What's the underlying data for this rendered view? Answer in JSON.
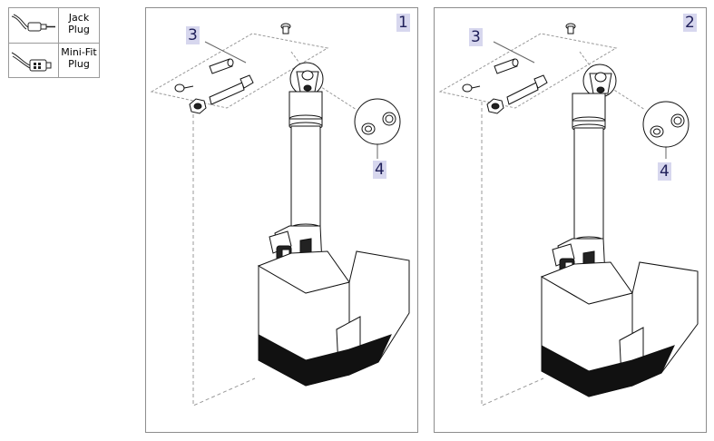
{
  "legend": [
    {
      "label": "Jack\nPlug",
      "icon": "jack-plug-icon"
    },
    {
      "label": "Mini-Fit\nPlug",
      "icon": "mini-fit-plug-icon"
    }
  ],
  "panels": [
    {
      "number": "1",
      "callout_hardware": "3",
      "callout_bushings": "4"
    },
    {
      "number": "2",
      "callout_hardware": "3",
      "callout_bushings": "4"
    }
  ],
  "colors": {
    "callout_fill": "#d7d7ee",
    "line": "#111111",
    "border": "#8d8d8d"
  }
}
